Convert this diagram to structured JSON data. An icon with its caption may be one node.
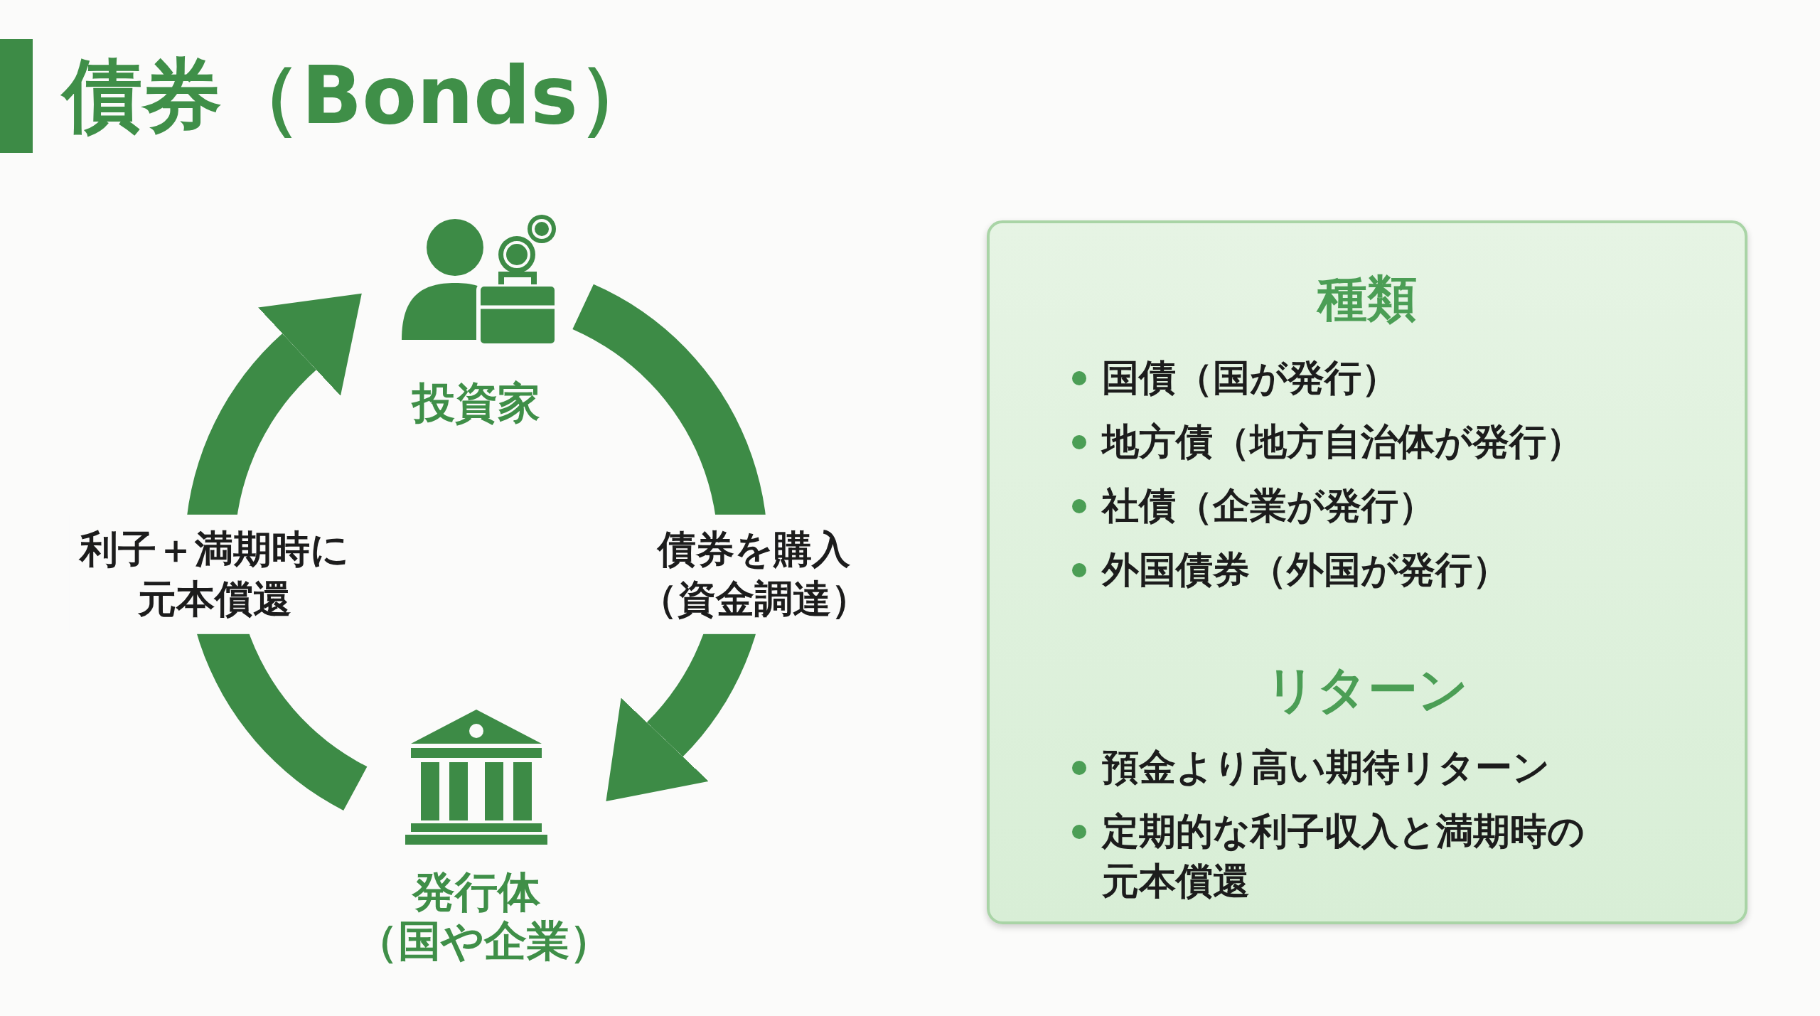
{
  "diagram": {
    "title": "債券（Bonds）",
    "nodes": [
      {
        "text": [
          "投資家"
        ]
      },
      {
        "text": [
          "発行体",
          "（国や企業）"
        ]
      },
      {
        "text": [
          "種類",
          "国債（国が発行）",
          "地方債（地方自治体が発行）",
          "社債（企業が発行）",
          "外国債券（外国が発行）",
          "リターン",
          "預金より高い期待リターン",
          "定期的な利子収入と満期時の元本償還"
        ]
      }
    ],
    "edges": [
      {
        "from": 0,
        "to": 1,
        "arrow": "to",
        "label": "債券を購入（資金調達）"
      },
      {
        "from": 1,
        "to": 0,
        "arrow": "to",
        "label": "利子＋満期時に元本償還"
      }
    ]
  }
}
